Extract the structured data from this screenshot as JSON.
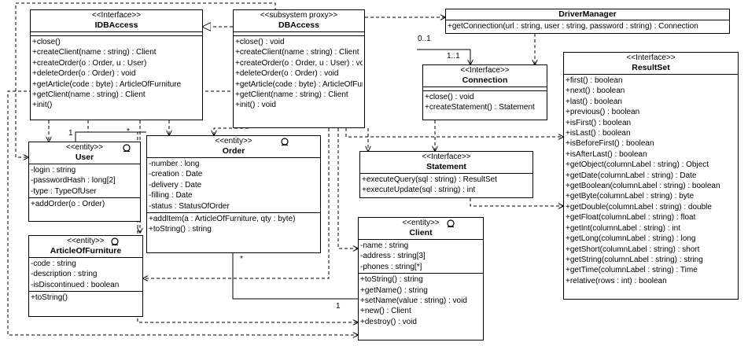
{
  "classes": {
    "idbaccess": {
      "stereotype": "<<Interface>>",
      "name": "IDBAccess",
      "attributes": [],
      "operations": [
        "+close()",
        "+createClient(name : string) : Client",
        "+createOrder(o : Order, u : User)",
        "+deleteOrder(o : Order) : void",
        "+getArticle(code : byte) : ArticleOfFurniture",
        "+getClient(name : string) : Client",
        "+init()"
      ]
    },
    "dbaccess": {
      "stereotype": "<<subsystem proxy>>",
      "name": "DBAccess",
      "attributes": [],
      "operations": [
        "+close() : void",
        "+createClient(name : string) : Client",
        "+createOrder(o : Order, u : User) : void",
        "+deleteOrder(o : Order) : void",
        "+getArticle(code : byte) : ArticleOfFurniture",
        "+getClient(name : string) : Client",
        "+init() : void"
      ]
    },
    "drivermanager": {
      "stereotype": "",
      "name": "DriverManager",
      "attributes": [],
      "operations": [
        "+getConnection(url : string, user : string, password : string) : Connection"
      ]
    },
    "connection": {
      "stereotype": "<<Interface>>",
      "name": "Connection",
      "attributes": [],
      "operations": [
        "+close() : void",
        "+createStatement() : Statement"
      ]
    },
    "resultset": {
      "stereotype": "<<Interface>>",
      "name": "ResultSet",
      "attributes": [],
      "operations": [
        "+first() : boolean",
        "+next() : boolean",
        "+last() : boolean",
        "+previous() : boolean",
        "+isFirst() : boolean",
        "+isLast() : boolean",
        "+isBeforeFirst() : boolean",
        "+isAfterLast() : boolean",
        "+getObject(columnLabel : string) : Object",
        "+getDate(columnLabel : string) : Date",
        "+getBoolean(columnLabel : string) : boolean",
        "+getByte(columnLabel : string) : byte",
        "+getDouble(columnLabel : string) : double",
        "+getFloat(columnLabel : string) : float",
        "+getInt(columnLabel : string) : int",
        "+getLong(columnLabel : string) : long",
        "+getShort(columnLabel : string) : short",
        "+getString(columnLabel : string) : string",
        "+getTime(columnLabel : string) : Time",
        "+relative(rows : int) : boolean"
      ]
    },
    "statement": {
      "stereotype": "<<Interface>>",
      "name": "Statement",
      "attributes": [],
      "operations": [
        "+executeQuery(sql : string) : ResultSet",
        "+executeUpdate(sql : string) : int"
      ]
    },
    "user": {
      "stereotype": "<<entity>>",
      "name": "User",
      "attributes": [
        "-login : string",
        "-passwordHash : long[2]",
        "-type : TypeOfUser"
      ],
      "operations": [
        "+addOrder(o : Order)"
      ]
    },
    "order": {
      "stereotype": "<<entity>>",
      "name": "Order",
      "attributes": [
        "-number : long",
        "-creation : Date",
        "-delivery : Date",
        "-filling : Date",
        "-status : StatusOfOrder"
      ],
      "operations": [
        "+addItem(a : ArticleOfFurniture, qty : byte)",
        "+toString() : string"
      ]
    },
    "article": {
      "stereotype": "<<entity>>",
      "name": "ArticleOfFurniture",
      "attributes": [
        "-code : string",
        "-description : string",
        "-isDiscontinued : boolean"
      ],
      "operations": [
        "+toString()"
      ]
    },
    "client": {
      "stereotype": "<<entity>>",
      "name": "Client",
      "attributes": [
        "-name : string",
        "-address : string[3]",
        "-phones : string[*]"
      ],
      "operations": [
        "+toString() : string",
        "+getName() : string",
        "+setName(value : string) : void",
        "+new() : Client",
        "+destroy() : void"
      ]
    }
  },
  "multiplicities": {
    "dbaccess_drivermanager": "0..1",
    "drivermanager_connection": "1..1",
    "user_order_user_end": "1",
    "user_order_order_end": "*",
    "order_client_order_end": "*",
    "order_client_client_end": "1"
  }
}
